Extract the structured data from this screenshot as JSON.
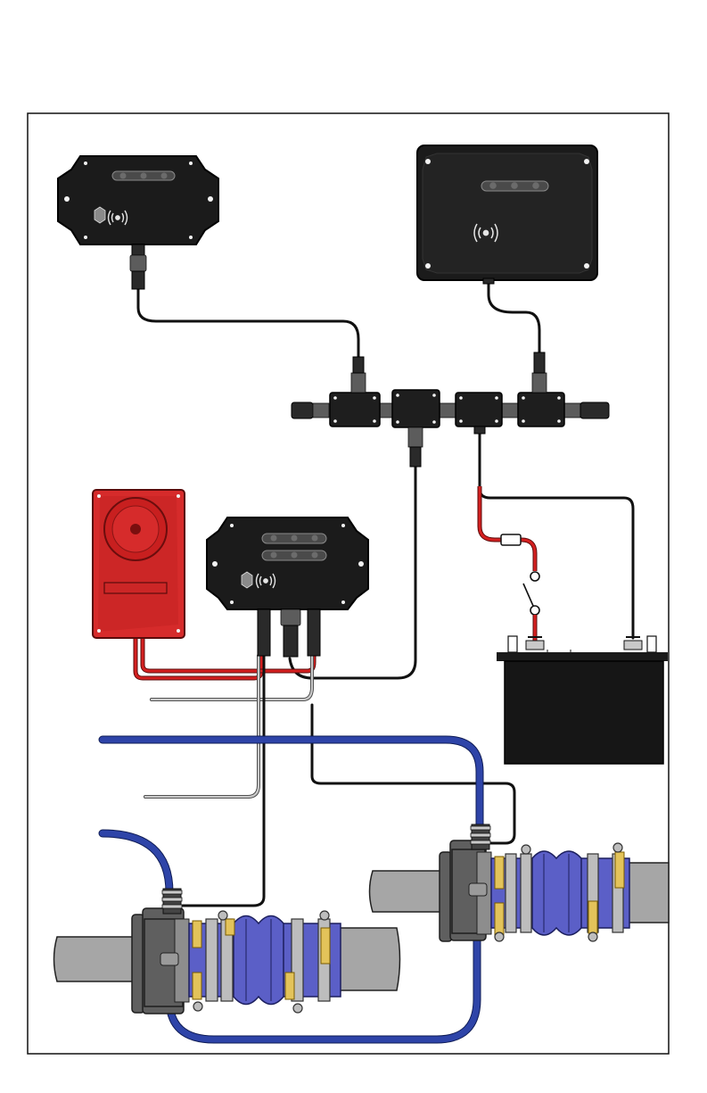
{
  "diagram": {
    "components": {
      "top_left_module": "display-module",
      "top_right_module": "display-module",
      "bottom_module": "sensor-module",
      "siren": "siren",
      "battery": "battery",
      "fuse": "fuse",
      "switch": "switch",
      "t_connectors": "network-backbone",
      "hoses": "water-hose",
      "shafts": "propeller-shaft"
    },
    "colors": {
      "hose": "#2e44a8",
      "power_wire": "#d42020",
      "siren": "#d62b2b",
      "bellows": "#5b5fc7",
      "module": "#1b1b1b"
    },
    "icons": [
      "sound-wave-icon",
      "led-indicator-icon"
    ]
  }
}
